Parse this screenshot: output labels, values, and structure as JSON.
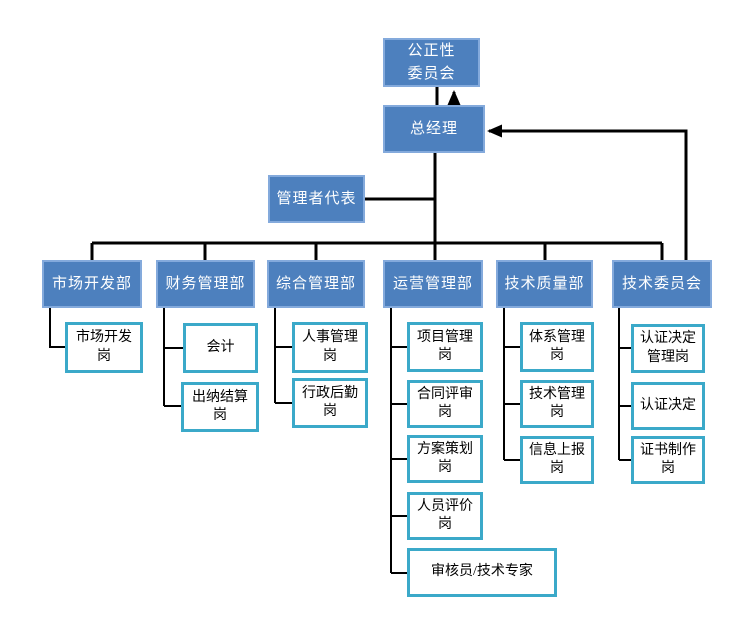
{
  "diagram": {
    "type": "org-chart",
    "colors": {
      "dept_box_fill": "#4D80BE",
      "dept_box_border": "#84AADC",
      "dept_box_text": "#FFFFFF",
      "position_box_fill": "#FFFFFF",
      "position_box_border": "#3BA9C9",
      "position_box_text": "#000000",
      "connector_line": "#000000"
    },
    "nodes": {
      "impartiality_committee": "公正性\n委员会",
      "general_manager": "总经理",
      "management_representative": "管理者代表",
      "dept_market_development": "市场开发部",
      "dept_finance_management": "财务管理部",
      "dept_general_management": "综合管理部",
      "dept_operations_management": "运营管理部",
      "dept_technical_quality": "技术质量部",
      "technical_committee": "技术委员会",
      "pos_market_development": "市场开发\n岗",
      "pos_accounting": "会计",
      "pos_cashier_settlement": "出纳结算\n岗",
      "pos_hr_management": "人事管理\n岗",
      "pos_admin_logistics": "行政后勤\n岗",
      "pos_project_management": "项目管理\n岗",
      "pos_contract_review": "合同评审\n岗",
      "pos_scheme_planning": "方案策划\n岗",
      "pos_personnel_evaluation": "人员评价\n岗",
      "pos_auditor_expert": "审核员/技术专家",
      "pos_system_management": "体系管理\n岗",
      "pos_technical_management": "技术管理\n岗",
      "pos_information_report": "信息上报\n岗",
      "pos_cert_decision_management": "认证决定\n管理岗",
      "pos_cert_decision": "认证决定",
      "pos_certificate_production": "证书制作\n岗"
    },
    "relations": {
      "general_manager_reports_to": "公正性委员会",
      "technical_committee_reports_to": "总经理",
      "departments_under_general_manager": [
        "市场开发部",
        "财务管理部",
        "综合管理部",
        "运营管理部",
        "技术质量部",
        "技术委员会"
      ]
    }
  }
}
